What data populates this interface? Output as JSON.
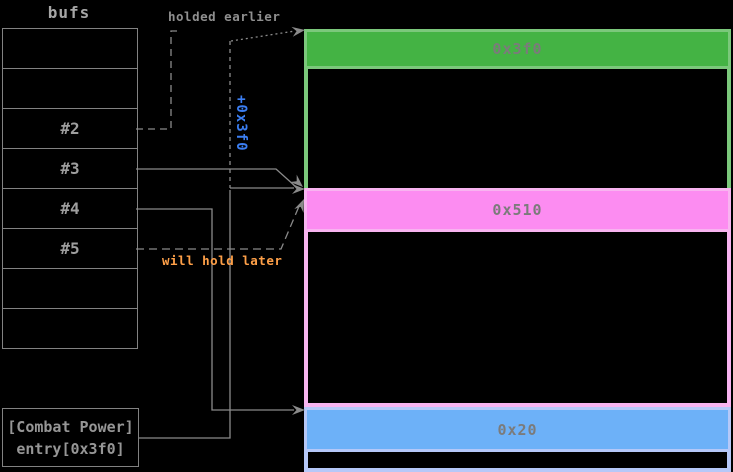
{
  "diagram": {
    "bufs_table": {
      "title": "bufs",
      "rows": [
        "",
        "",
        "#2",
        "#3",
        "#4",
        "#5",
        "",
        ""
      ]
    },
    "entry_box": {
      "line1": "[Combat Power]",
      "line2": "entry[0x3f0]"
    },
    "chunks": [
      {
        "size_label": "0x3f0",
        "fill": "#44b344",
        "border": "#7bc87b"
      },
      {
        "size_label": "0x510",
        "fill": "#fc8cf1",
        "border": "#f8b4f0"
      },
      {
        "size_label": "0x20",
        "fill": "#6db1f8",
        "border": "#b5c8f8"
      }
    ],
    "annotations": {
      "holded_earlier": "holded earlier",
      "offset": "+0x3f0",
      "will_hold_later": "will hold later"
    },
    "colors": {
      "background": "#000000",
      "line": "#8a8a8a",
      "table_text": "#9e9e9e",
      "size_text": "#7b7b7b",
      "offset_text": "#3b7ef2",
      "later_text": "#ffa048",
      "earlier_text": "#8f8f8f"
    }
  }
}
